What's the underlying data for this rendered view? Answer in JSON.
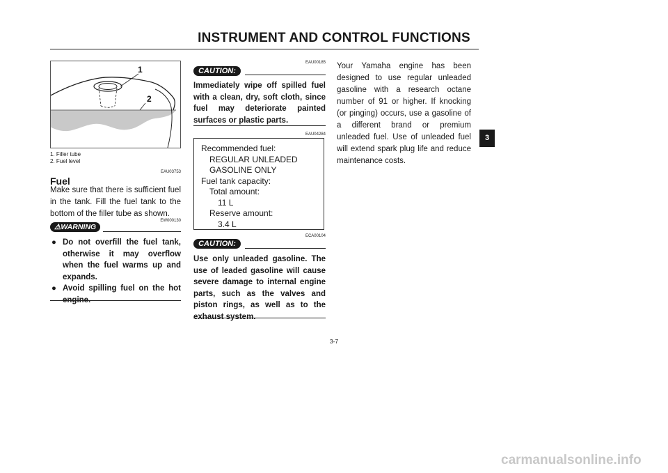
{
  "header": {
    "title": "INSTRUMENT AND CONTROL FUNCTIONS",
    "chapter_tab": "3"
  },
  "figure": {
    "callout_1": "1",
    "callout_2": "2",
    "captions": [
      "1.  Filler tube",
      "2.  Fuel level"
    ]
  },
  "fuel_section": {
    "code": "EAU03753",
    "heading": "Fuel",
    "text": "Make sure that there is sufficient fuel in the tank. Fill the fuel tank to the bottom of the filler tube as shown."
  },
  "warning": {
    "label": "WARNING",
    "code": "EW000130",
    "bullets": [
      "Do not overfill the fuel tank, otherwise it may overflow when the fuel warms up and expands.",
      "Avoid spilling fuel on the hot engine."
    ],
    "bullet_symbol": "●"
  },
  "caution_1": {
    "code": "EAU00185",
    "label": "CAUTION:",
    "text": "Immediately wipe off spilled fuel with a clean, dry, soft cloth, since fuel may deteriorate painted surfaces or plastic parts."
  },
  "spec_box": {
    "code": "EAU04284",
    "lines": [
      "Recommended fuel:",
      "REGULAR UNLEADED",
      "GASOLINE ONLY",
      "Fuel tank capacity:",
      "Total amount:",
      "11 L",
      "Reserve amount:",
      "3.4 L"
    ]
  },
  "caution_2": {
    "code": "ECA00104",
    "label": "CAUTION:",
    "text": "Use only unleaded gasoline. The use of leaded gasoline will cause severe damage to internal engine parts, such as the valves and piston rings, as well as to the exhaust system."
  },
  "right_text": "Your Yamaha engine has been designed to use regular unleaded gasoline with a research octane number of 91 or higher. If knocking (or pinging) occurs, use a gasoline of a different brand or premium unleaded fuel. Use of unleaded fuel will extend spark plug life and reduce maintenance costs.",
  "footer": {
    "page_number": "3-7"
  },
  "watermark": "carmanualsonline.info"
}
